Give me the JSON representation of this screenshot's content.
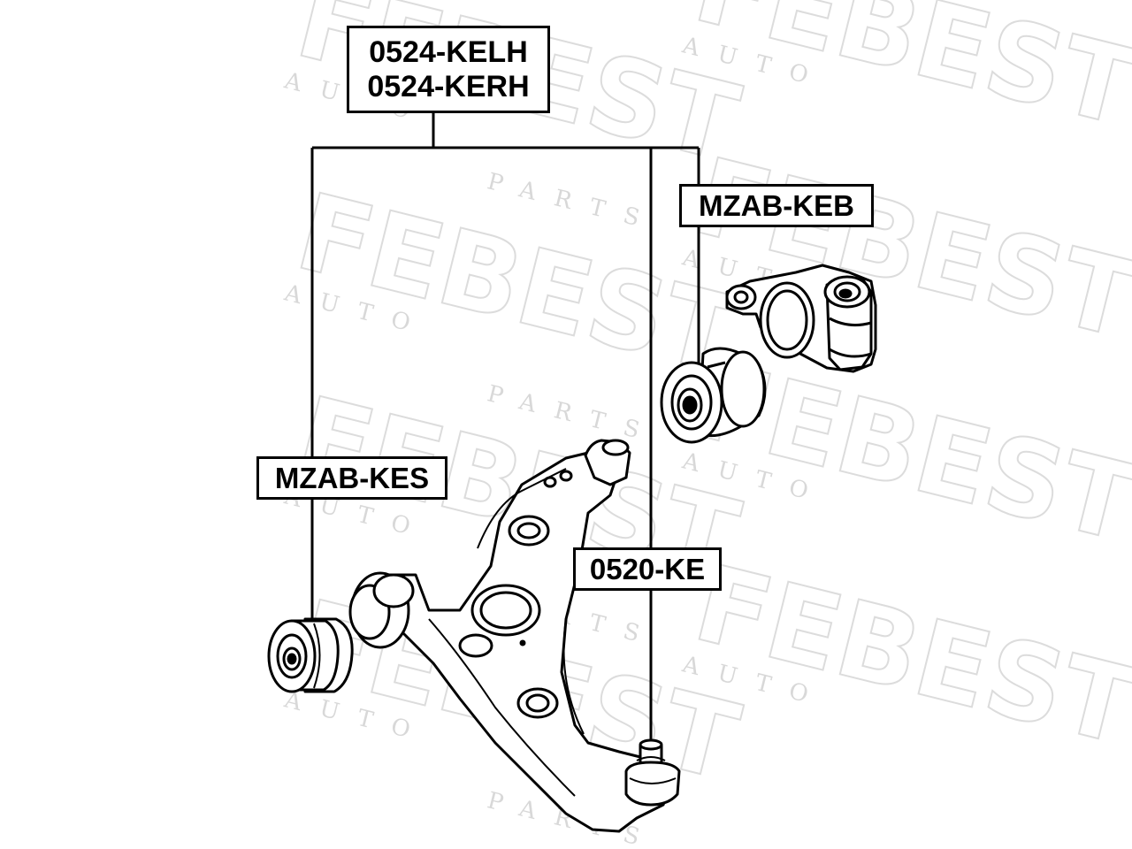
{
  "watermark": {
    "brand": "FEBEST",
    "sub_upper": "AUTO",
    "sub_lower": "PARTS"
  },
  "labels": {
    "main_line1": "0524-KELH",
    "main_line2": "0524-KERH",
    "upper_bushing": "MZAB-KEB",
    "front_bushing": "MZAB-KES",
    "ball_joint": "0520-KE"
  },
  "colors": {
    "line": "#000000",
    "watermark": "#dcdcdc",
    "background": "#ffffff"
  }
}
